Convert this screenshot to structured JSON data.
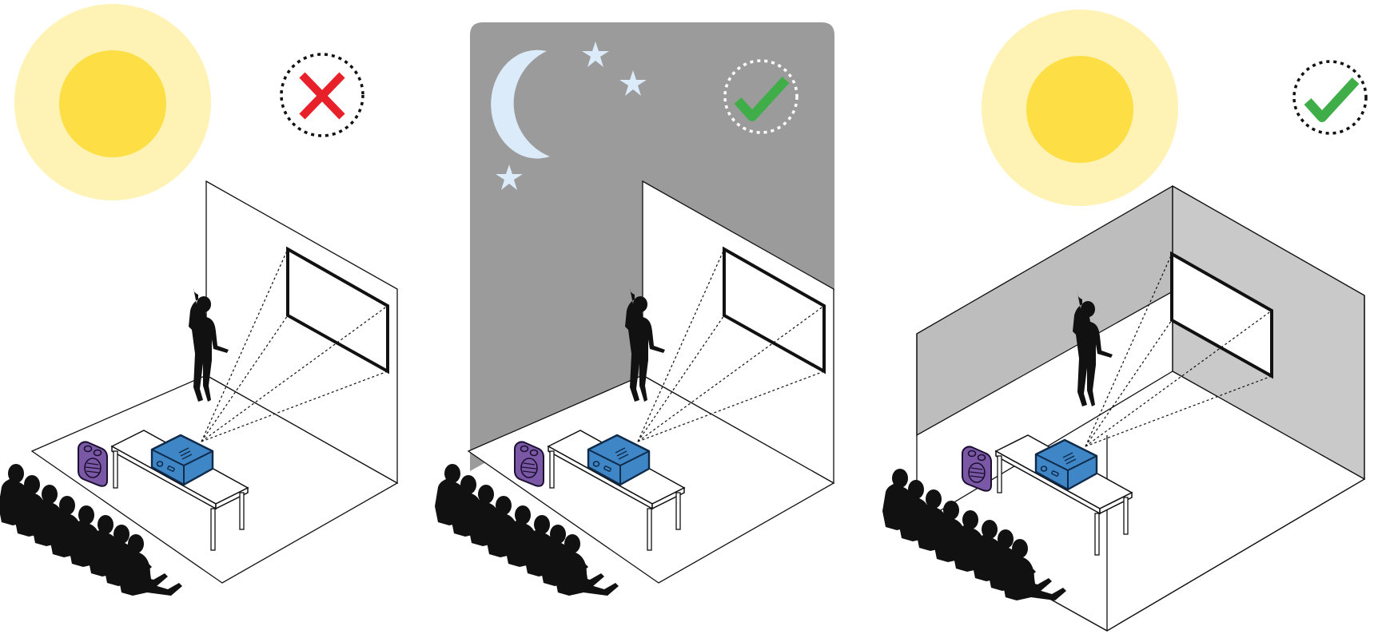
{
  "panels": [
    {
      "id": "daylight-open-room",
      "sky": "sun",
      "room": "open-wall",
      "verdict": "cross",
      "verdict_icon": "cross-icon"
    },
    {
      "id": "night-open-room",
      "sky": "moon-and-stars",
      "room": "open-wall",
      "verdict": "check",
      "verdict_icon": "check-icon"
    },
    {
      "id": "daylight-closed-room",
      "sky": "sun",
      "room": "enclosed-box",
      "verdict": "check",
      "verdict_icon": "check-icon"
    }
  ],
  "colors": {
    "sun_halo": "#FEF3B5",
    "sun_core": "#FDDE45",
    "night_sky": "#9B9B9B",
    "moon": "#DCEBF9",
    "star": "#DCEBF9",
    "cross": "#E8202A",
    "check": "#3FAE49",
    "projector": "#3E86C6",
    "projector_outline": "#102A4A",
    "speaker": "#7B58A6",
    "room_shade": "#BDBDBD",
    "silhouette": "#111111"
  }
}
